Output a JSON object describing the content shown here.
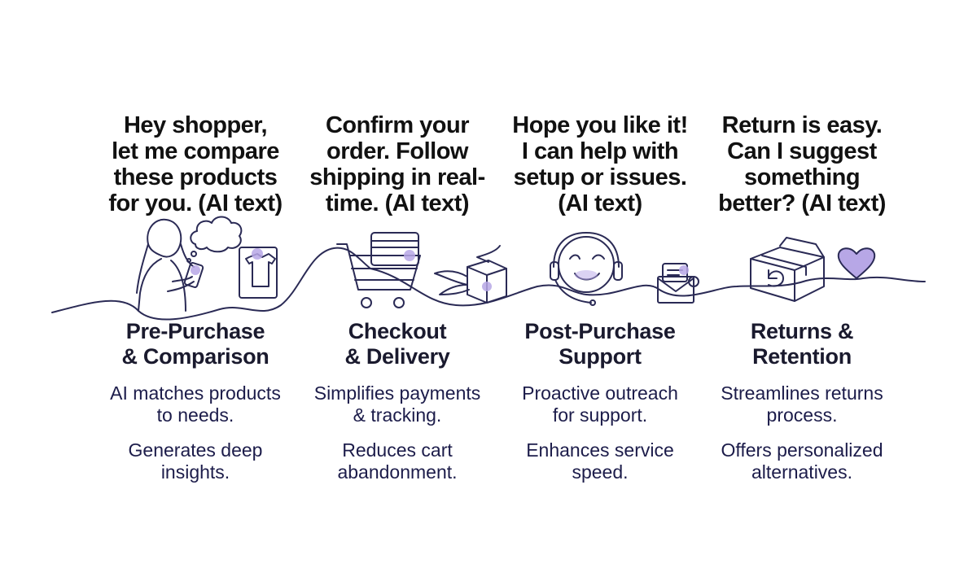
{
  "colors": {
    "line": "#2a2a55",
    "accent": "#b7a7e6",
    "heading": "#111111",
    "body": "#1c1c4a"
  },
  "stages": [
    {
      "bubble": [
        "Hey shopper,",
        "let me compare",
        "these products",
        "for you. (AI text)"
      ],
      "title": [
        "Pre-Purchase",
        "& Comparison"
      ],
      "point1": [
        "AI matches products",
        "to needs."
      ],
      "point2": [
        "Generates deep",
        "insights."
      ],
      "icons": [
        "shopper-with-phone-icon",
        "thought-cloud-icon",
        "shirt-frame-icon"
      ]
    },
    {
      "bubble": [
        "Confirm your",
        "order. Follow",
        "shipping in real-",
        "time. (AI text)"
      ],
      "title": [
        "Checkout",
        "& Delivery"
      ],
      "point1": [
        "Simplifies payments",
        "& tracking."
      ],
      "point2": [
        "Reduces cart",
        "abandonment."
      ],
      "icons": [
        "credit-card-icon",
        "shopping-cart-icon",
        "winged-package-icon"
      ]
    },
    {
      "bubble": [
        "Hope you like it!",
        "I can help with",
        "setup or issues.",
        "(AI text)"
      ],
      "title": [
        "Post-Purchase",
        "Support"
      ],
      "point1": [
        "Proactive outreach",
        "for support."
      ],
      "point2": [
        "Enhances service",
        "speed."
      ],
      "icons": [
        "smiley-headset-icon",
        "envelope-icon"
      ]
    },
    {
      "bubble": [
        "Return is easy.",
        "Can I suggest",
        "something",
        "better? (AI text)"
      ],
      "title": [
        "Returns &",
        "Retention"
      ],
      "point1": [
        "Streamlines returns",
        "process."
      ],
      "point2": [
        "Offers personalized",
        "alternatives."
      ],
      "icons": [
        "return-box-icon",
        "heart-icon"
      ]
    }
  ]
}
